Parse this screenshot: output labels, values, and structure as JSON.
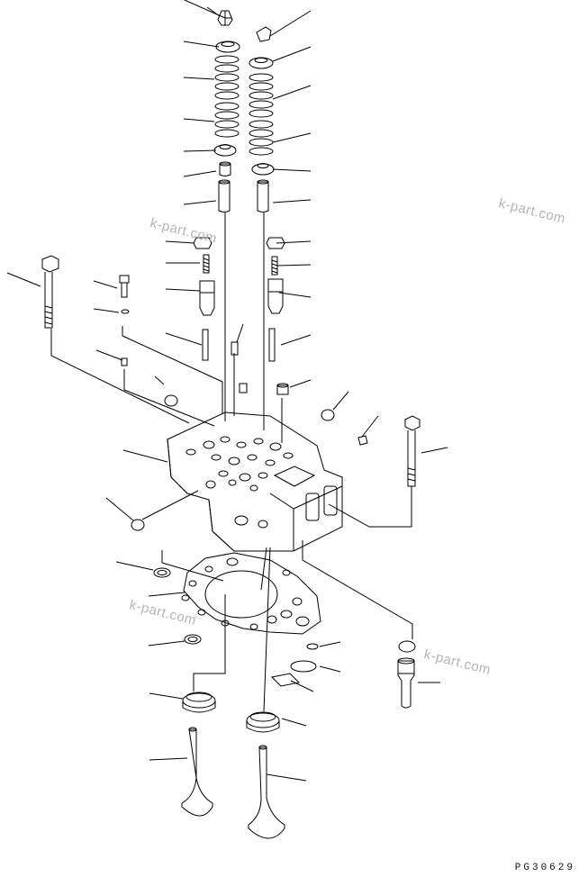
{
  "watermarks": [
    "k-part.com",
    "k-part.com",
    "k-part.com",
    "k-part.com"
  ],
  "drawing_code": "PG30629",
  "colors": {
    "line": "#000000",
    "watermark": "#b5b5b5",
    "background": "#ffffff"
  }
}
